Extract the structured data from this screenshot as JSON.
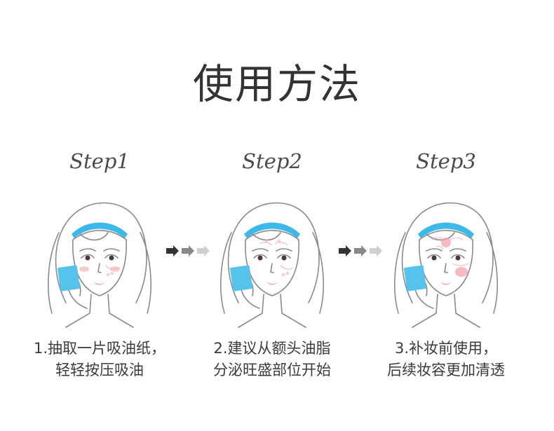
{
  "title": "使用方法",
  "steps": [
    {
      "label": "Step1",
      "caption_line1": "1.抽取一片吸油纸，",
      "caption_line2": "轻轻按压吸油"
    },
    {
      "label": "Step2",
      "caption_line1": "2.建议从额头油脂",
      "caption_line2": "分泌旺盛部位开始"
    },
    {
      "label": "Step3",
      "caption_line1": "3.补妆前使用，",
      "caption_line2": "后续妆容更加清透"
    }
  ],
  "icons": {
    "face": "girl-face-illustration-icon",
    "arrow": "triple-arrow-right-icon",
    "paper": "oil-blotting-paper-icon"
  },
  "colors": {
    "headband": "#3cb9e8",
    "paper": "#55c3ec",
    "blush": "#f2a3ae",
    "arrow_dark": "#333333",
    "arrow_mid": "#888888",
    "arrow_light": "#cfcfcf"
  }
}
